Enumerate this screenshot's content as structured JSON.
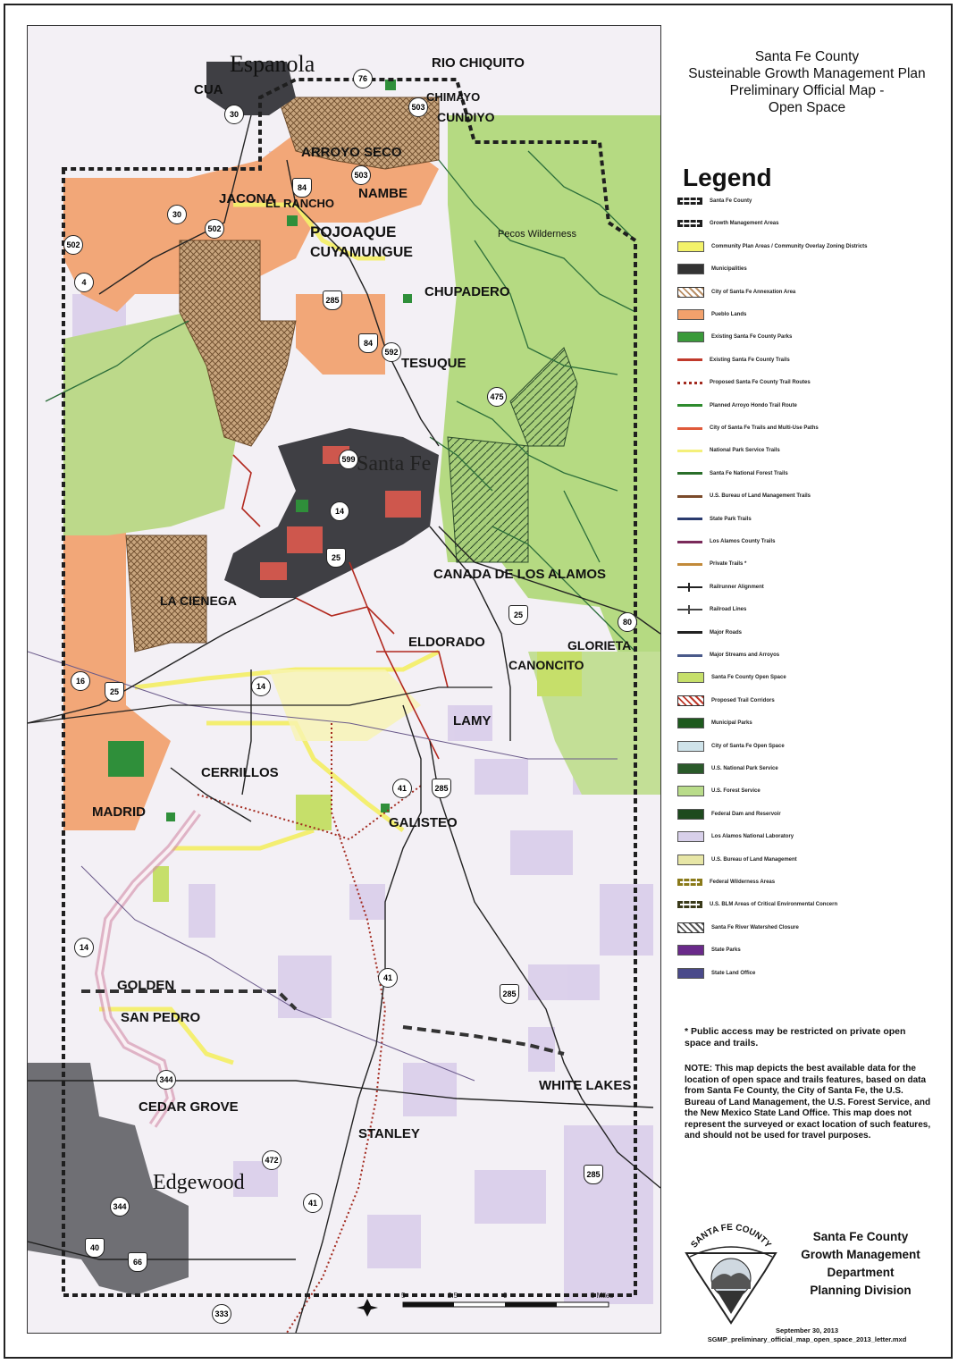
{
  "title": {
    "line1": "Santa Fe County",
    "line2": "Susteinable Growth Management Plan",
    "line3": "Preliminary Official Map -",
    "line4": "Open Space"
  },
  "legend": {
    "heading": "Legend",
    "items": [
      {
        "label": "Santa Fe County",
        "kind": "boundary",
        "color": "#1f1f1f"
      },
      {
        "label": "Growth Management Areas",
        "kind": "boundary",
        "color": "#1f1f1f"
      },
      {
        "label": "Community Plan Areas / Community Overlay Zoning Districts",
        "kind": "fill",
        "color": "#f3f26a"
      },
      {
        "label": "Municipalities",
        "kind": "fill",
        "color": "#333333"
      },
      {
        "label": "City of Santa Fe Annexation Area",
        "kind": "hatch",
        "color": "#b98f66"
      },
      {
        "label": "Pueblo Lands",
        "kind": "fill",
        "color": "#f2a16c"
      },
      {
        "label": "Existing Santa Fe County Parks",
        "kind": "fill",
        "color": "#3a9a3a"
      },
      {
        "label": "Existing Santa Fe County Trails",
        "kind": "line",
        "color": "#c0392b"
      },
      {
        "label": "Proposed Santa Fe County Trail Routes",
        "kind": "dotted",
        "color": "#a32a1f"
      },
      {
        "label": "Planned Arroyo Hondo Trail Route",
        "kind": "line",
        "color": "#2e8b2e"
      },
      {
        "label": "City of Santa Fe Trails and Multi-Use Paths",
        "kind": "line",
        "color": "#e05a3a"
      },
      {
        "label": "National Park Service Trails",
        "kind": "line",
        "color": "#f4f07a"
      },
      {
        "label": "Santa Fe National Forest Trails",
        "kind": "line",
        "color": "#2a6e2a"
      },
      {
        "label": "U.S. Bureau of Land Management Trails",
        "kind": "line",
        "color": "#7a4a2a"
      },
      {
        "label": "State Park Trails",
        "kind": "line",
        "color": "#2a3a6e"
      },
      {
        "label": "Los Alamos County Trails",
        "kind": "line",
        "color": "#7a2a5a"
      },
      {
        "label": "Private Trails *",
        "kind": "line",
        "color": "#c28a3a"
      },
      {
        "label": "Railrunner Alignment",
        "kind": "rail",
        "color": "#222222"
      },
      {
        "label": "Railroad Lines",
        "kind": "rail",
        "color": "#444444"
      },
      {
        "label": "Major Roads",
        "kind": "line",
        "color": "#222222"
      },
      {
        "label": "Major Streams and Arroyos",
        "kind": "line",
        "color": "#4a5a8a"
      },
      {
        "label": "Santa Fe County Open Space",
        "kind": "fill",
        "color": "#c6df6a"
      },
      {
        "label": "Proposed Trail Corridors",
        "kind": "hatch",
        "color": "#c0392b"
      },
      {
        "label": "Municipal Parks",
        "kind": "fill",
        "color": "#1e5a1e"
      },
      {
        "label": "City of Santa Fe Open Space",
        "kind": "fill",
        "color": "#cfe3ea"
      },
      {
        "label": "U.S. National Park Service",
        "kind": "fill",
        "color": "#2a5a2a"
      },
      {
        "label": "U.S. Forest Service",
        "kind": "fill",
        "color": "#b9dc8a"
      },
      {
        "label": "Federal Dam and Reservoir",
        "kind": "fill",
        "color": "#1e4a1e"
      },
      {
        "label": "Los Alamos National Laboratory",
        "kind": "fill",
        "color": "#d8d0ea"
      },
      {
        "label": "U.S. Bureau of Land Management",
        "kind": "fill",
        "color": "#e7e6a6"
      },
      {
        "label": "Federal Wilderness Areas",
        "kind": "boundary",
        "color": "#8a7a1a"
      },
      {
        "label": "U.S. BLM Areas of Critical Environmental Concern",
        "kind": "boundary",
        "color": "#3a3a1a"
      },
      {
        "label": "Santa Fe River Watershed Closure",
        "kind": "hatch",
        "color": "#555555"
      },
      {
        "label": "State Parks",
        "kind": "fill",
        "color": "#6a2a8a"
      },
      {
        "label": "State Land Office",
        "kind": "fill",
        "color": "#4a4a8a"
      }
    ]
  },
  "notes": {
    "public_access": "* Public access may be restricted on private open space and trails.",
    "disclaimer": "NOTE: This map depicts the best available data for the location of open space and trails features, based on data from Santa Fe County, the City of Santa Fe, the U.S. Bureau of Land Management, the U.S. Forest Service, and the New Mexico State Land Office. This map does not represent the surveyed or exact location of such features, and should not be used for travel purposes."
  },
  "logo": {
    "seal_text": "SANTA FE COUNTY",
    "org_line1": "Santa Fe County",
    "org_line2": "Growth Management",
    "org_line3": "Department",
    "org_line4": "Planning Division"
  },
  "footer": {
    "date": "September 30, 2013",
    "filename": "SGMP_preliminary_official_map_open_space_2013_letter.mxd"
  },
  "map": {
    "places": [
      {
        "name": "Espanola",
        "style": "serif",
        "size": 26
      },
      {
        "name": "CUA",
        "style": "sans",
        "size": 15
      },
      {
        "name": "RIO CHIQUITO",
        "style": "sans",
        "size": 15
      },
      {
        "name": "CHIMAYO",
        "style": "sans",
        "size": 13
      },
      {
        "name": "CUNDIYO",
        "style": "sans",
        "size": 14
      },
      {
        "name": "ARROYO SECO",
        "style": "sans",
        "size": 15
      },
      {
        "name": "JACONA",
        "style": "sans",
        "size": 15
      },
      {
        "name": "EL RANCHO",
        "style": "sans",
        "size": 13
      },
      {
        "name": "NAMBE",
        "style": "sans",
        "size": 15
      },
      {
        "name": "POJOAQUE",
        "style": "sans",
        "size": 17
      },
      {
        "name": "CUYAMUNGUE",
        "style": "sans",
        "size": 16
      },
      {
        "name": "Pecos Wilderness",
        "style": "sans",
        "size": 11
      },
      {
        "name": "CHUPADERO",
        "style": "sans",
        "size": 15
      },
      {
        "name": "TESUQUE",
        "style": "sans",
        "size": 15
      },
      {
        "name": "Santa Fe",
        "style": "serif",
        "size": 24
      },
      {
        "name": "CANADA DE LOS ALAMOS",
        "style": "sans",
        "size": 15
      },
      {
        "name": "LA CIENEGA",
        "style": "sans",
        "size": 14
      },
      {
        "name": "ELDORADO",
        "style": "sans",
        "size": 15
      },
      {
        "name": "GLORIETA",
        "style": "sans",
        "size": 14
      },
      {
        "name": "CANONCITO",
        "style": "sans",
        "size": 14
      },
      {
        "name": "LAMY",
        "style": "sans",
        "size": 15
      },
      {
        "name": "CERRILLOS",
        "style": "sans",
        "size": 15
      },
      {
        "name": "MADRID",
        "style": "sans",
        "size": 15
      },
      {
        "name": "GALISTEO",
        "style": "sans",
        "size": 15
      },
      {
        "name": "GOLDEN",
        "style": "sans",
        "size": 15
      },
      {
        "name": "SAN PEDRO",
        "style": "sans",
        "size": 15
      },
      {
        "name": "WHITE LAKES",
        "style": "sans",
        "size": 15
      },
      {
        "name": "CEDAR GROVE",
        "style": "sans",
        "size": 15
      },
      {
        "name": "STANLEY",
        "style": "sans",
        "size": 15
      },
      {
        "name": "Edgewood",
        "style": "serif",
        "size": 24
      }
    ],
    "shields": [
      "76",
      "503",
      "30",
      "503",
      "84",
      "502",
      "30",
      "502",
      "4",
      "285",
      "84",
      "592",
      "475",
      "599",
      "14",
      "25",
      "80",
      "25",
      "16",
      "25",
      "14",
      "41",
      "285",
      "41",
      "285",
      "14",
      "344",
      "472",
      "285",
      "41",
      "344",
      "40",
      "66",
      "333"
    ],
    "scale": {
      "labels": [
        "5",
        "2.5",
        "0",
        "5 Miles"
      ]
    }
  }
}
